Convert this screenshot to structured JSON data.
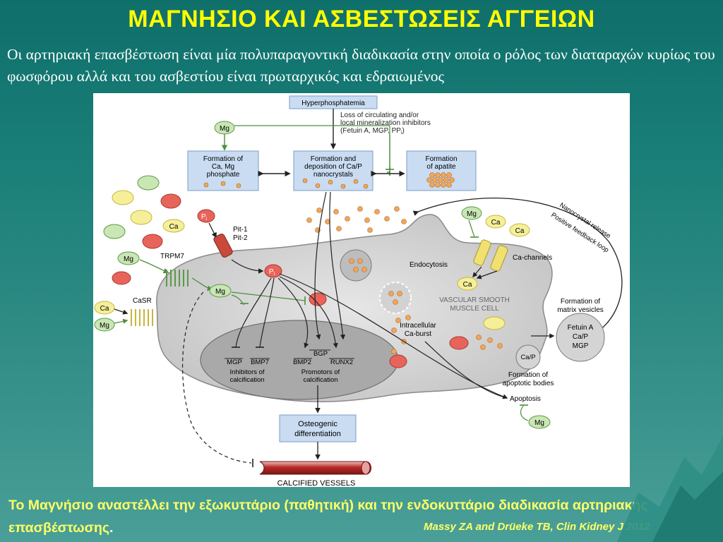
{
  "slide": {
    "title": "ΜΑΓΝΗΣΙΟ ΚΑΙ ΑΣΒΕΣΤΩΣΕΙΣ ΑΓΓΕΙΩΝ",
    "subtitle": "Οι αρτηριακή επασβέστωση είναι μία πολυπαραγοντική διαδικασία στην οποία ο ρόλος των διαταραχών  κυρίως του φωσφόρου αλλά και του ασβεστίου είναι πρωταρχικός και εδραιωμένος",
    "caption": "Το Μαγνήσιο αναστέλλει την εξωκυττάριο (παθητική) και την ενδοκυττάριο διαδικασία αρτηριακής επασβέστωσης",
    "caption_end": ".",
    "citation": "Massy ZA and Drüeke TB, Clin Kidney J 2012"
  },
  "diagram": {
    "hyperphosphatemia": "Hyperphosphatemia",
    "loss_line1": "Loss of circulating and/or",
    "loss_line2": "local mineralization inhibitors",
    "loss_line3": "(Fetuin A, MGP, PP",
    "loss_sub": "i",
    "loss_close": ")",
    "box_camg_1": "Formation of",
    "box_camg_2": "Ca, Mg",
    "box_camg_3": "phosphate",
    "box_nano_1": "Formation and",
    "box_nano_2": "deposition of Ca/P",
    "box_nano_3": "nanocrystals",
    "box_apatite_1": "Formation",
    "box_apatite_2": "of apatite",
    "mg": "Mg",
    "ca": "Ca",
    "pi": "P",
    "pi_sub": "i",
    "pit1": "Pit-1",
    "pit2": "Pit-2",
    "trpm7": "TRPM7",
    "casr": "CaSR",
    "endocytosis": "Endocytosis",
    "vsmc_1": "VASCULAR SMOOTH",
    "vsmc_2": "MUSCLE CELL",
    "ca_channels": "Ca-channels",
    "nano_release": "Nanocrystal release",
    "pos_feedback": "Positive feedback loop",
    "matrix_1": "Formation of",
    "matrix_2": "matrix vesicles",
    "fetuin": "Fetuin A",
    "cap": "Ca/P",
    "mgp": "MGP",
    "intracell_1": "Intracellular",
    "intracell_2": "Ca-burst",
    "apop_bodies_1": "Formation of",
    "apop_bodies_2": "apoptotic bodies",
    "apoptosis": "Apoptosis",
    "gene_mgp": "MGP",
    "gene_bmp7": "BMP7",
    "gene_bmp2": "BMP2",
    "gene_bgp": "BGP",
    "gene_runx2": "RUNX2",
    "inhib_1": "Inhibitors of",
    "inhib_2": "calcification",
    "promo_1": "Promotors of",
    "promo_2": "calcification",
    "osteo_1": "Osteogenic",
    "osteo_2": "differentiation",
    "calcified": "CALCIFIED VESSELS"
  },
  "colors": {
    "title": "#ffff00",
    "caption": "#ffff66",
    "mg_fill": "#c9e6b4",
    "mg_stroke": "#5a9a47",
    "ca_fill": "#f5ef9a",
    "ca_stroke": "#c9b53a",
    "pi_fill": "#e8645a",
    "box_fill": "#c9dcf2",
    "box_stroke": "#7d9cc4",
    "crystal": "#f0a65a",
    "cell": "#d9d9d9"
  }
}
